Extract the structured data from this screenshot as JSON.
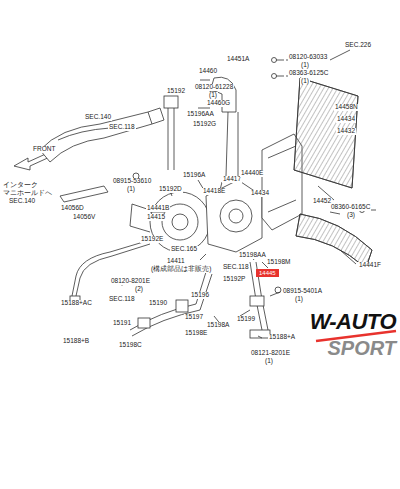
{
  "diagram": {
    "nodes": [
      {
        "text": [
          "14445"
        ]
      }
    ],
    "labels": [
      "SEC.140",
      "FRONT",
      "インターク",
      "マニホールドへ",
      "SEC.140",
      "14056D",
      "14056V",
      "08915-53610",
      "(1)",
      "SEC.118",
      "15192",
      "08120-61228",
      "(1)",
      "15196AA",
      "15192G",
      "15192D",
      "15196A",
      "14418E",
      "14417",
      "14460",
      "14460G",
      "14451A",
      "14441B",
      "14415",
      "15192E",
      "SEC.165",
      "14411",
      "(構成部品は非販売)",
      "08120-8201E",
      "(2)",
      "SEC.118",
      "15190",
      "15196",
      "15197",
      "15191",
      "15198E",
      "15198C",
      "15188+AC",
      "15188+B",
      "15188+A",
      "08121-8201E",
      "(1)",
      "15198A",
      "15199",
      "15198AA",
      "15198M",
      "SEC.118",
      "15192P",
      "08915-5401A",
      "(1)",
      "14434",
      "14440E",
      "08120-63033",
      "(1)",
      "08363-6125C",
      "(1)",
      "SEC.226",
      "14458N",
      "14434",
      "14432",
      "14452",
      "08360-6165C",
      "(3)",
      "14441F",
      "W-AUTO",
      "SPORT"
    ]
  }
}
